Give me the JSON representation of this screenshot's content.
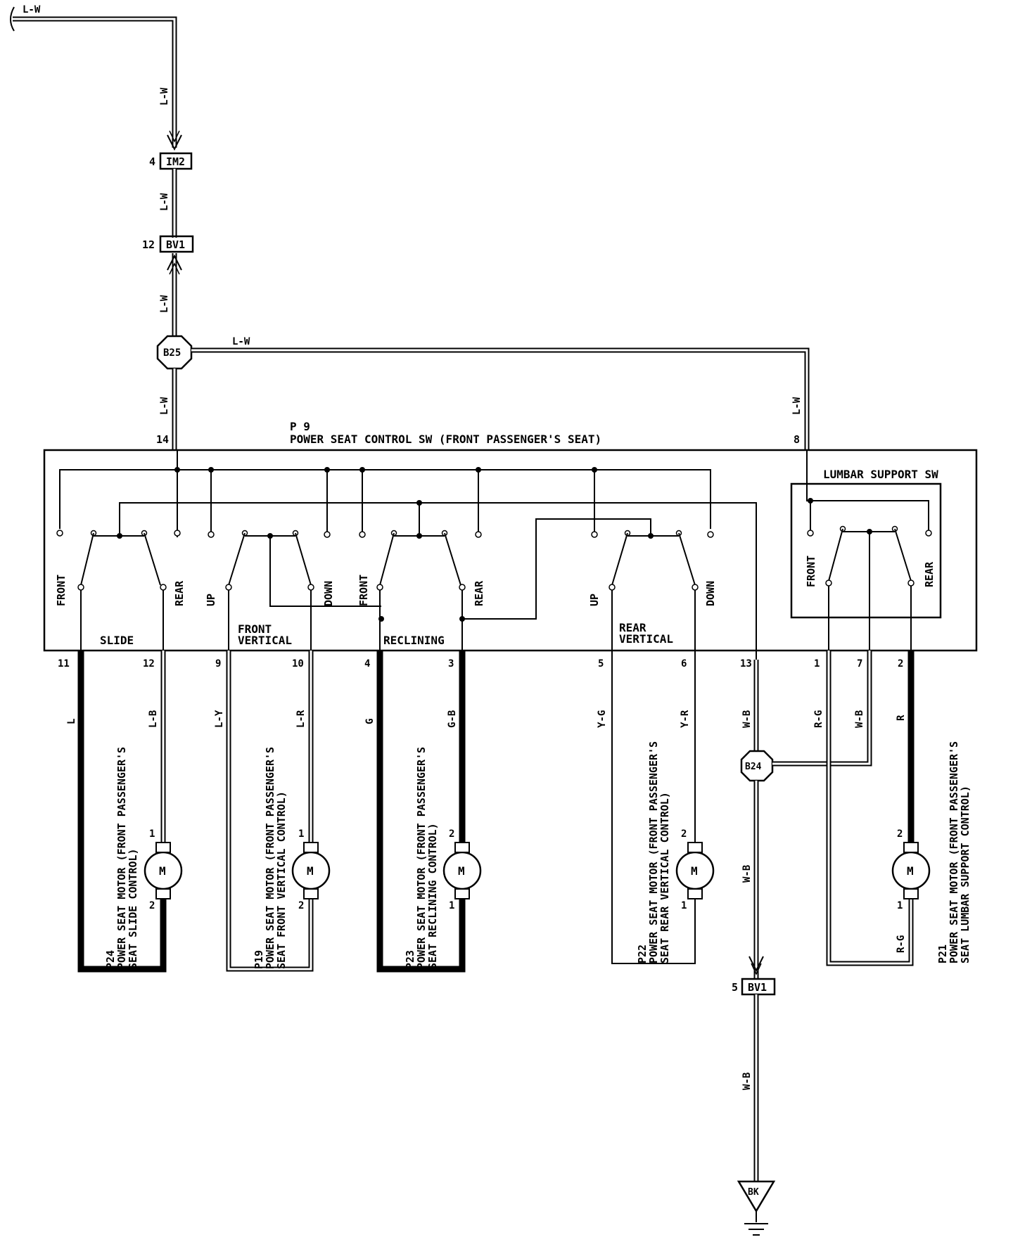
{
  "wire_colors": {
    "lw": "L-W",
    "l": "L",
    "lb": "L-B",
    "ly": "L-Y",
    "lr": "L-R",
    "g": "G",
    "gb": "G-B",
    "yg": "Y-G",
    "yr": "Y-R",
    "wb": "W-B",
    "rg": "R-G",
    "r": "R"
  },
  "connectors": {
    "im2": "IM2",
    "im2_pin": "4",
    "bv1_top": "BV1",
    "bv1_top_pin": "12",
    "bv1_bot": "BV1",
    "bv1_bot_pin": "5",
    "b25": "B25",
    "b24": "B24",
    "bk": "BK"
  },
  "switch_unit": {
    "code": "P 9",
    "name": "POWER SEAT CONTROL SW (FRONT PASSENGER'S SEAT)",
    "lumbar_title": "LUMBAR SUPPORT SW",
    "top_pins": {
      "left": "14",
      "right": "8"
    },
    "bottom_pins": [
      "11",
      "12",
      "9",
      "10",
      "4",
      "3",
      "5",
      "6",
      "13",
      "1",
      "7",
      "2"
    ],
    "sections": {
      "slide": "SLIDE",
      "front_vertical_1": "FRONT",
      "front_vertical_2": "VERTICAL",
      "reclining": "RECLINING",
      "rear_vertical_1": "REAR",
      "rear_vertical_2": "VERTICAL"
    },
    "positions": {
      "front": "FRONT",
      "rear": "REAR",
      "up": "UP",
      "down": "DOWN"
    }
  },
  "motors": {
    "symbol": "M",
    "p24": {
      "code": "P24",
      "l1": "POWER SEAT MOTOR (FRONT PASSENGER'S",
      "l2": "SEAT SLIDE CONTROL)",
      "pin_top": "1",
      "pin_bot": "2"
    },
    "p19": {
      "code": "P19",
      "l1": "POWER SEAT MOTOR (FRONT PASSENGER'S",
      "l2": "SEAT FRONT VERTICAL CONTROL)",
      "pin_top": "1",
      "pin_bot": "2"
    },
    "p23": {
      "code": "P23",
      "l1": "POWER SEAT MOTOR (FRONT PASSENGER'S",
      "l2": "SEAT RECLINING CONTROL)",
      "pin_top": "2",
      "pin_bot": "1"
    },
    "p22": {
      "code": "P22",
      "l1": "POWER SEAT MOTOR (FRONT PASSENGER'S",
      "l2": "SEAT REAR VERTICAL CONTROL)",
      "pin_top": "2",
      "pin_bot": "1"
    },
    "p21": {
      "code": "P21",
      "l1": "POWER SEAT MOTOR (FRONT PASSENGER'S",
      "l2": "SEAT LUMBAR SUPPORT CONTROL)",
      "pin_top": "2",
      "pin_bot": "1"
    }
  }
}
